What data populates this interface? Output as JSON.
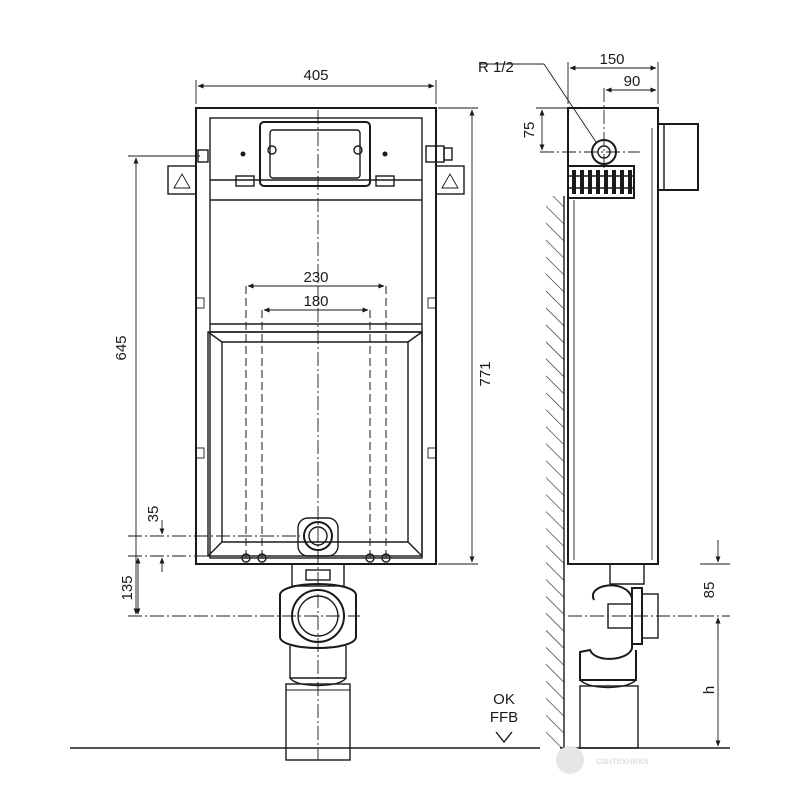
{
  "dimensions": {
    "width_total": "405",
    "height_total": "771",
    "frame_height": "645",
    "outlet_spacing_outer": "230",
    "outlet_spacing_inner": "180",
    "offset_small": "35",
    "offset_bottom": "135",
    "depth_total": "150",
    "depth_inner": "90",
    "inlet_height": "75",
    "drain_height": "85",
    "variable_height": "h"
  },
  "labels": {
    "thread": "R 1/2",
    "floor_line_top": "OK",
    "floor_line_bottom": "FFB"
  },
  "watermark": "сантехника"
}
